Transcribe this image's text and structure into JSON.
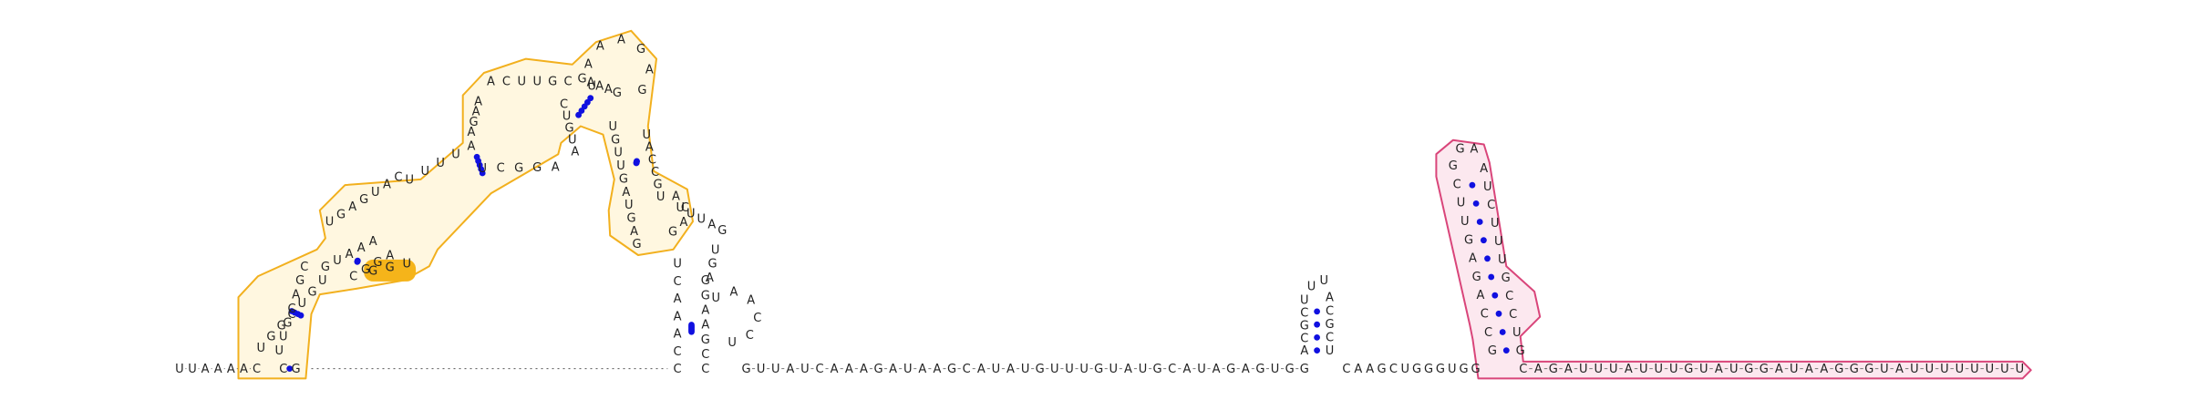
{
  "colors": {
    "pair_dot": "#1010e0",
    "domain_orange_stroke": "#f2b01e",
    "domain_orange_fill": "#fff7e0",
    "domain_orange_highlight": "#f5b41a",
    "domain_pink_stroke": "#d9457a",
    "domain_pink_fill": "#fce8ef",
    "base_text": "#222222"
  },
  "sequence": {
    "leader": "UUAAAAC",
    "helix1_left": "C",
    "helix1_right": "G",
    "hairpin1_left": "UUGCAGC",
    "hairpin1_right": "UGGCUGU",
    "stem2_5p": "GUAAA",
    "stem2_3p": "CGGA",
    "loop2_top": "UGAGUAC",
    "stem3_5p": "UUUUA",
    "stem3_3p": "UCGGA",
    "ml_left": "AGAA",
    "ml_top": "ACUUGC",
    "stem4_5p": "CUGUA",
    "stem4_3p": "GAAAG",
    "hairpin4": "UAAAGAG",
    "arm_down": "UGUUGAUGAG",
    "arm_up": "UACCGU",
    "bulge": "ACAG",
    "junction_loop": "UUUAG",
    "loop_descent": "UGA",
    "helix5_left": "UCAAACC",
    "helix5_right": "GGAAGCC",
    "ml_small": "UAACCU",
    "linker_mid": "GUUAUCAAAGAUAAGCAUAUGUUUGUAUGCAUAGAGUGG",
    "mini_left": "ACGCU",
    "mini_loop": "UU",
    "mini_right": "ACGCU",
    "linker2": "CAAGCUGGGUGG",
    "pink_left": "GCCAGAGUUCG",
    "pink_loop": "GA",
    "pink_right": "AUCUUUGCCUG",
    "tail": "CAGAUUUAUUUGUAUGGAUAAGGGUAUUUUUUUU"
  },
  "highlight": {
    "bases": "GGU"
  }
}
